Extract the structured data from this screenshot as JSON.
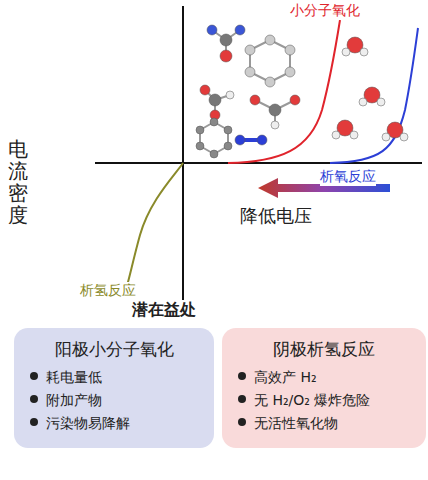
{
  "diagram": {
    "nodes": [
      {
        "text": [
          "阳极小分子氧化",
          "耗电量低",
          "附加产物",
          "污染物易降解"
        ]
      },
      {
        "text": [
          "阴极析氢反应",
          "高效产 H₂",
          "无 H₂/O₂ 爆炸危险",
          "无活性氧化物"
        ]
      }
    ],
    "labels": [
      "电流密度",
      "小分子氧化",
      "析氧反应",
      "降低电压",
      "析氢反应",
      "潜在益处"
    ]
  }
}
